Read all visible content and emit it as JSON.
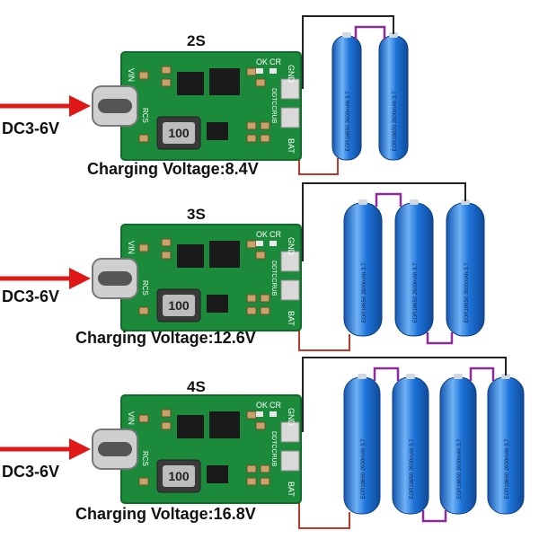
{
  "panels": [
    {
      "series_label": "2S",
      "input_label": "DC3-6V",
      "charging_voltage_label": "Charging Voltage:8.4V",
      "inductor_marking": "100",
      "cell_count": 2
    },
    {
      "series_label": "3S",
      "input_label": "DC3-6V",
      "charging_voltage_label": "Charging Voltage:12.6V",
      "inductor_marking": "100",
      "cell_count": 3
    },
    {
      "series_label": "4S",
      "input_label": "DC3-6V",
      "charging_voltage_label": "Charging Voltage:16.8V",
      "inductor_marking": "100",
      "cell_count": 4
    }
  ],
  "board_markings": {
    "vin": "VIN",
    "gnd": "GND",
    "bat": "BAT",
    "ok": "OK",
    "cr": "CR",
    "rcs": "RCS",
    "chip": "DDTCCRUB"
  },
  "battery_label": "EOR18650 2600mAh 3.7",
  "colors": {
    "pcb": "#1b8a3a",
    "pcb_dark": "#0f6b2a",
    "battery": "#1e73d8",
    "battery_highlight": "#6fb2f5",
    "arrow": "#e01818",
    "wire_neg": "#222222",
    "wire_pos": "#c0392b",
    "jumper": "#8e2a9c"
  }
}
